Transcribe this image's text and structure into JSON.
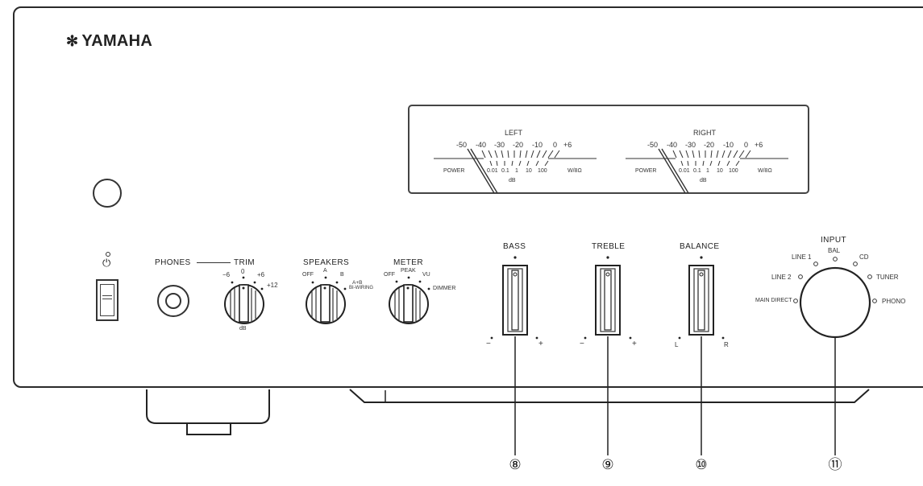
{
  "brand": {
    "logo_text": "YAMAHA",
    "logo_mark": "✻"
  },
  "meters": {
    "left": {
      "title": "LEFT",
      "scale": [
        "-50",
        "-40",
        "-30",
        "-20",
        "-10",
        "0",
        "+6"
      ],
      "power_label": "POWER",
      "power_scale": [
        "0.01",
        "0.1",
        "1",
        "10",
        "100"
      ],
      "unit_right": "W/8Ω",
      "db_label": "dB"
    },
    "right": {
      "title": "RIGHT",
      "scale": [
        "-50",
        "-40",
        "-30",
        "-20",
        "-10",
        "0",
        "+6"
      ],
      "power_label": "POWER",
      "power_scale": [
        "0.01",
        "0.1",
        "1",
        "10",
        "100"
      ],
      "unit_right": "W/8Ω",
      "db_label": "dB"
    }
  },
  "power": {
    "symbol": "⏻"
  },
  "phones": {
    "label": "PHONES"
  },
  "trim": {
    "label": "TRIM",
    "positions": [
      "−6",
      "0",
      "+6",
      "+12"
    ],
    "unit": "dB"
  },
  "speakers": {
    "label": "SPEAKERS",
    "positions": [
      "OFF",
      "A",
      "B",
      "A+B",
      "BI-WIRING"
    ]
  },
  "meter_select": {
    "label": "METER",
    "positions": [
      "OFF",
      "PEAK",
      "VU",
      "DIMMER"
    ]
  },
  "bass": {
    "label": "BASS",
    "minus": "−",
    "plus": "+"
  },
  "treble": {
    "label": "TREBLE",
    "minus": "−",
    "plus": "+"
  },
  "balance": {
    "label": "BALANCE",
    "left": "L",
    "right": "R"
  },
  "input": {
    "label": "INPUT",
    "positions": [
      "MAIN DIRECT",
      "LINE 2",
      "LINE 1",
      "BAL",
      "CD",
      "TUNER",
      "PHONO"
    ]
  },
  "callouts": [
    "⑧",
    "⑨",
    "⑩",
    "⑪"
  ]
}
